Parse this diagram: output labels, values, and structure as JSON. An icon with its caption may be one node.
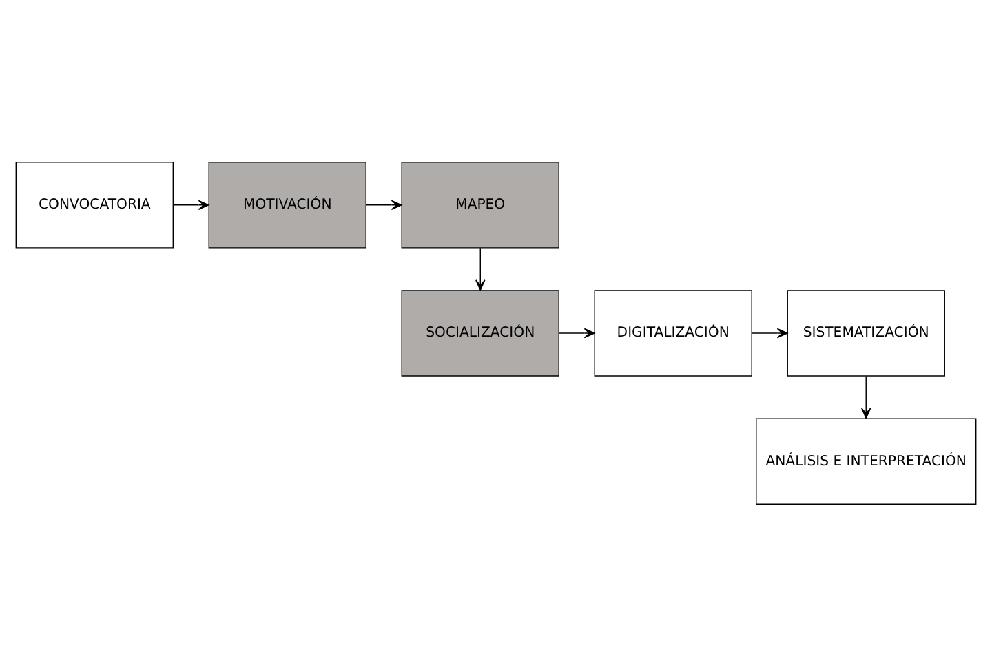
{
  "diagram": {
    "nodes": [
      {
        "text": [
          "CONVOCATORIA"
        ]
      },
      {
        "text": [
          "MOTIVACIÓN"
        ]
      },
      {
        "text": [
          "MAPEO"
        ]
      },
      {
        "text": [
          "SOCIALIZACIÓN"
        ]
      },
      {
        "text": [
          "DIGITALIZACIÓN"
        ]
      },
      {
        "text": [
          "SISTEMATIZACIÓN"
        ]
      },
      {
        "text": [
          "ANÁLISIS E INTERPRETACIÓN"
        ]
      }
    ],
    "edges": [
      {
        "from": 0,
        "to": 1,
        "arrow": "to"
      },
      {
        "from": 1,
        "to": 2,
        "arrow": "to"
      },
      {
        "from": 2,
        "to": 3,
        "arrow": "to"
      },
      {
        "from": 3,
        "to": 4,
        "arrow": "to"
      },
      {
        "from": 4,
        "to": 5,
        "arrow": "to"
      },
      {
        "from": 5,
        "to": 6,
        "arrow": "to"
      }
    ]
  }
}
